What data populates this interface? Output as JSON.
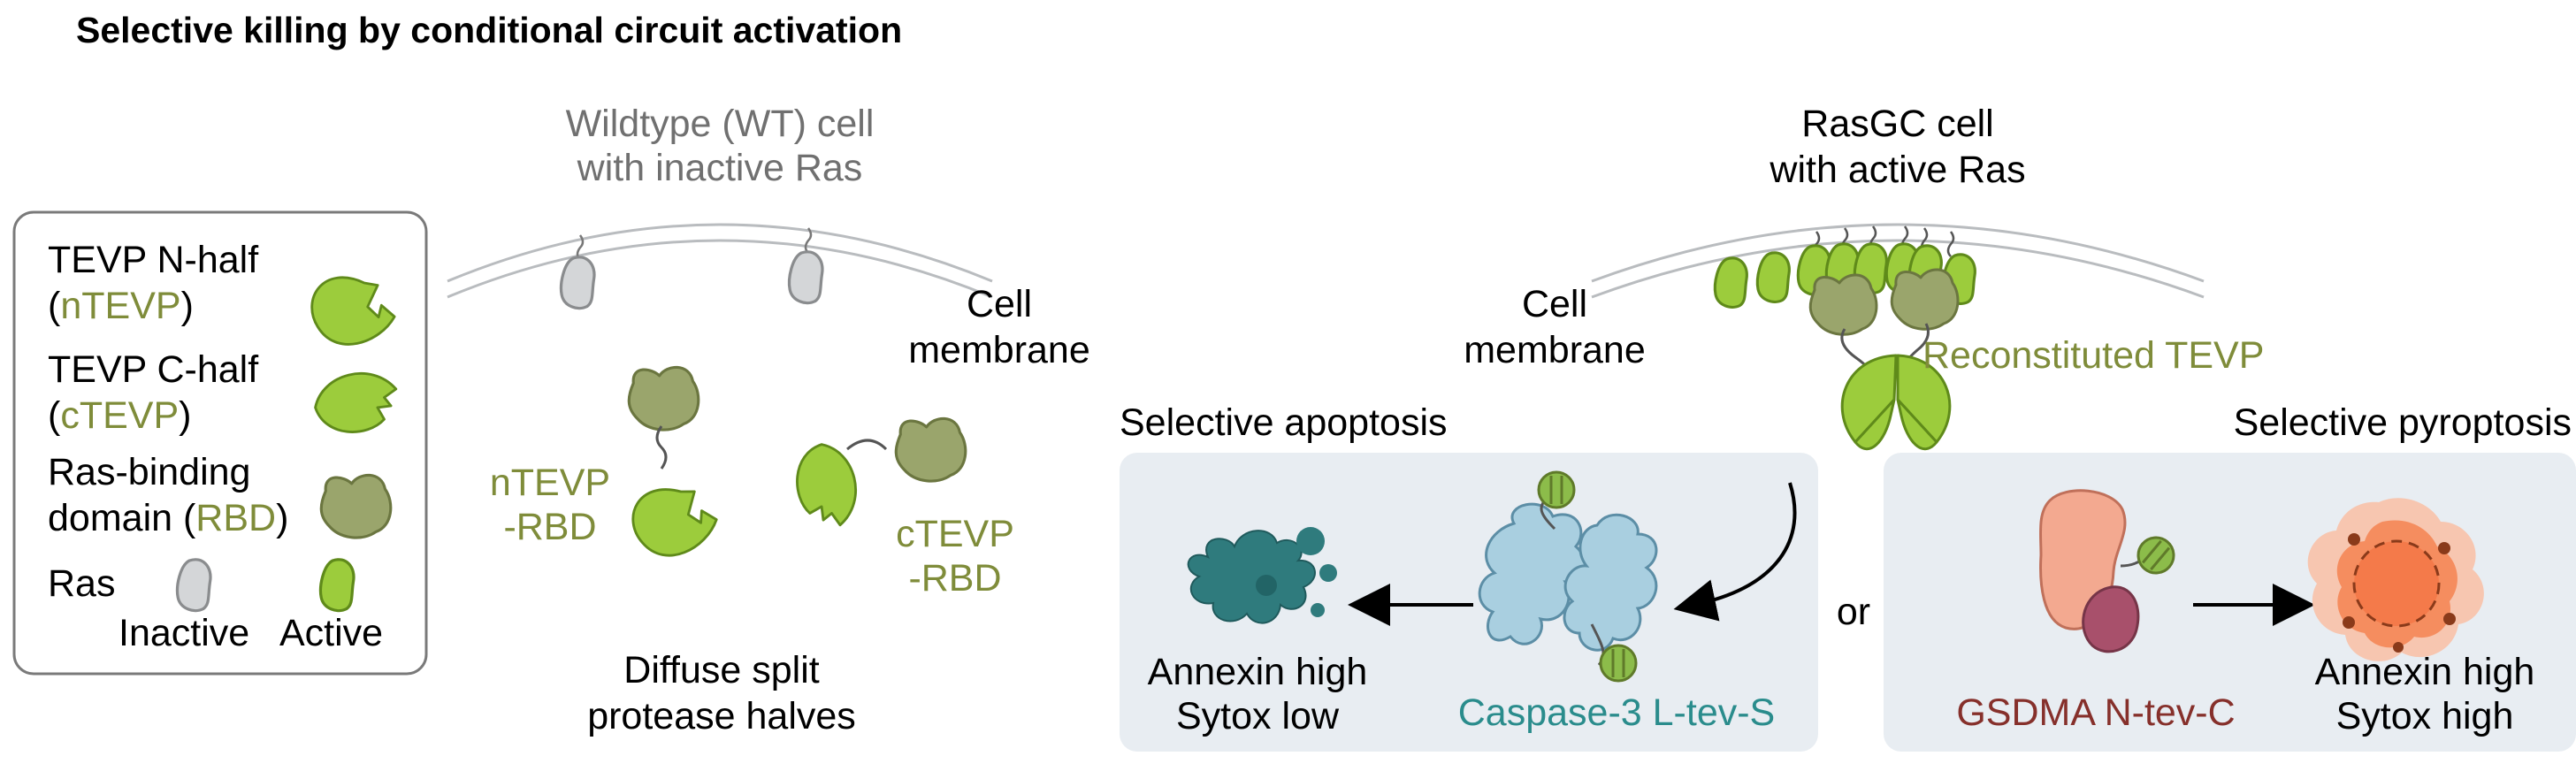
{
  "title": "Selective killing by conditional circuit activation",
  "legend": {
    "nhalf_line1": "TEVP N-half",
    "nhalf_abbr": "nTEVP",
    "chalf_line1": "TEVP C-half",
    "chalf_abbr": "cTEVP",
    "rbd_line1": "Ras-binding",
    "rbd_line2_prefix": "domain (",
    "rbd_abbr": "RBD",
    "rbd_line2_suffix": ")",
    "ras_label": "Ras",
    "inactive_label": "Inactive",
    "active_label": "Active"
  },
  "wt_cell": {
    "title_line1": "Wildtype (WT) cell",
    "title_line2": "with inactive Ras",
    "membrane_line1": "Cell",
    "membrane_line2": "membrane",
    "ntevp_line1": "nTEVP",
    "ntevp_line2": "-RBD",
    "ctevp_line1": "cTEVP",
    "ctevp_line2": "-RBD",
    "caption_line1": "Diffuse split",
    "caption_line2": "protease halves"
  },
  "rasgc_cell": {
    "title_line1": "RasGC cell",
    "title_line2": "with active Ras",
    "membrane_line1": "Cell",
    "membrane_line2": "membrane",
    "reconstituted": "Reconstituted TEVP"
  },
  "apoptosis": {
    "heading": "Selective apoptosis",
    "result_line1": "Annexin high",
    "result_line2": "Sytox low",
    "construct": "Caspase-3 L-tev-S"
  },
  "connector": "or",
  "pyroptosis": {
    "heading": "Selective pyroptosis",
    "construct": "GSDMA N-tev-C",
    "result_line1": "Annexin high",
    "result_line2": "Sytox high"
  },
  "colors": {
    "tevp_green": "#9ccc3c",
    "rbd_olive": "#9aa56c",
    "ras_inactive": "#d4d6d8",
    "panel_bg": "#e8edf2",
    "caspase_blue": "#a9cfe0",
    "gsdma_salmon": "#f3a990",
    "gsdma_plum": "#a8506b",
    "pyro_orange": "#f47a4a",
    "apoptotic_teal": "#2f7b7d"
  }
}
